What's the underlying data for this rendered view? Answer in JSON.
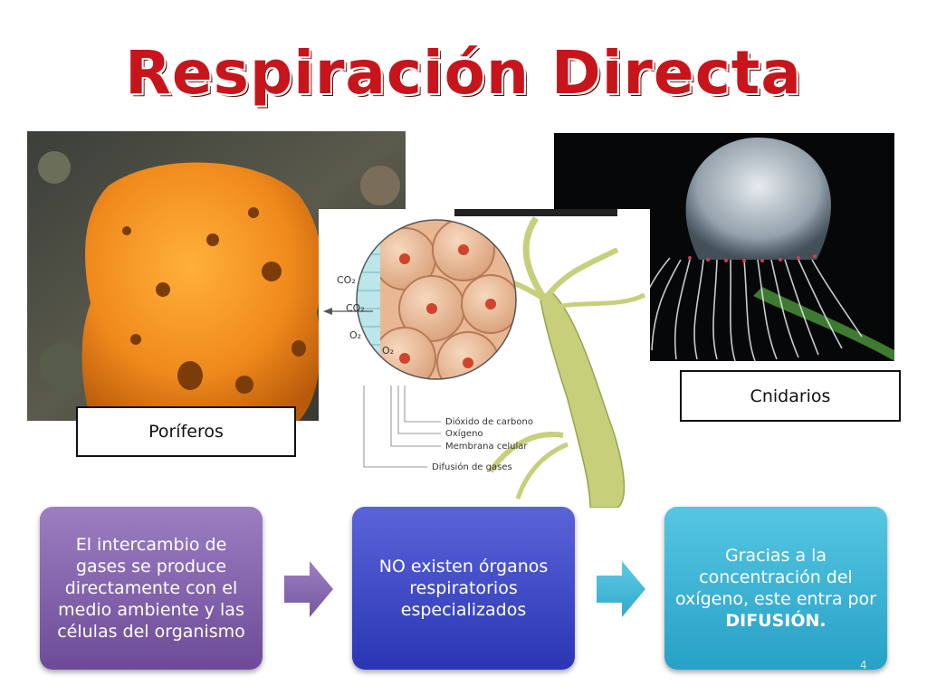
{
  "title": "Respiración Directa",
  "labels": {
    "poriferos": "Poríferos",
    "cnidarios": "Cnidarios"
  },
  "diagram": {
    "co2_top": "CO₂",
    "co2_mid": "CO₂",
    "o2_left": "O₂",
    "o2_cell": "O₂",
    "caption_1": "Dióxido de carbono",
    "caption_2": "Oxígeno",
    "caption_3": "Membrana celular",
    "caption_4": "Difusión de gases"
  },
  "flow": {
    "box1": "El intercambio de gases se produce directamente con el medio ambiente y las células del organismo",
    "box2": "NO existen órganos respiratorios especializados",
    "box3_text": "Gracias a la concentración del oxígeno, este entra por",
    "box3_bold": "DIFUSIÓN."
  },
  "page_number": "4",
  "colors": {
    "title": "#c8141b",
    "purple": "#7d5ba8",
    "blue": "#3640c0",
    "teal": "#33b0d2"
  }
}
